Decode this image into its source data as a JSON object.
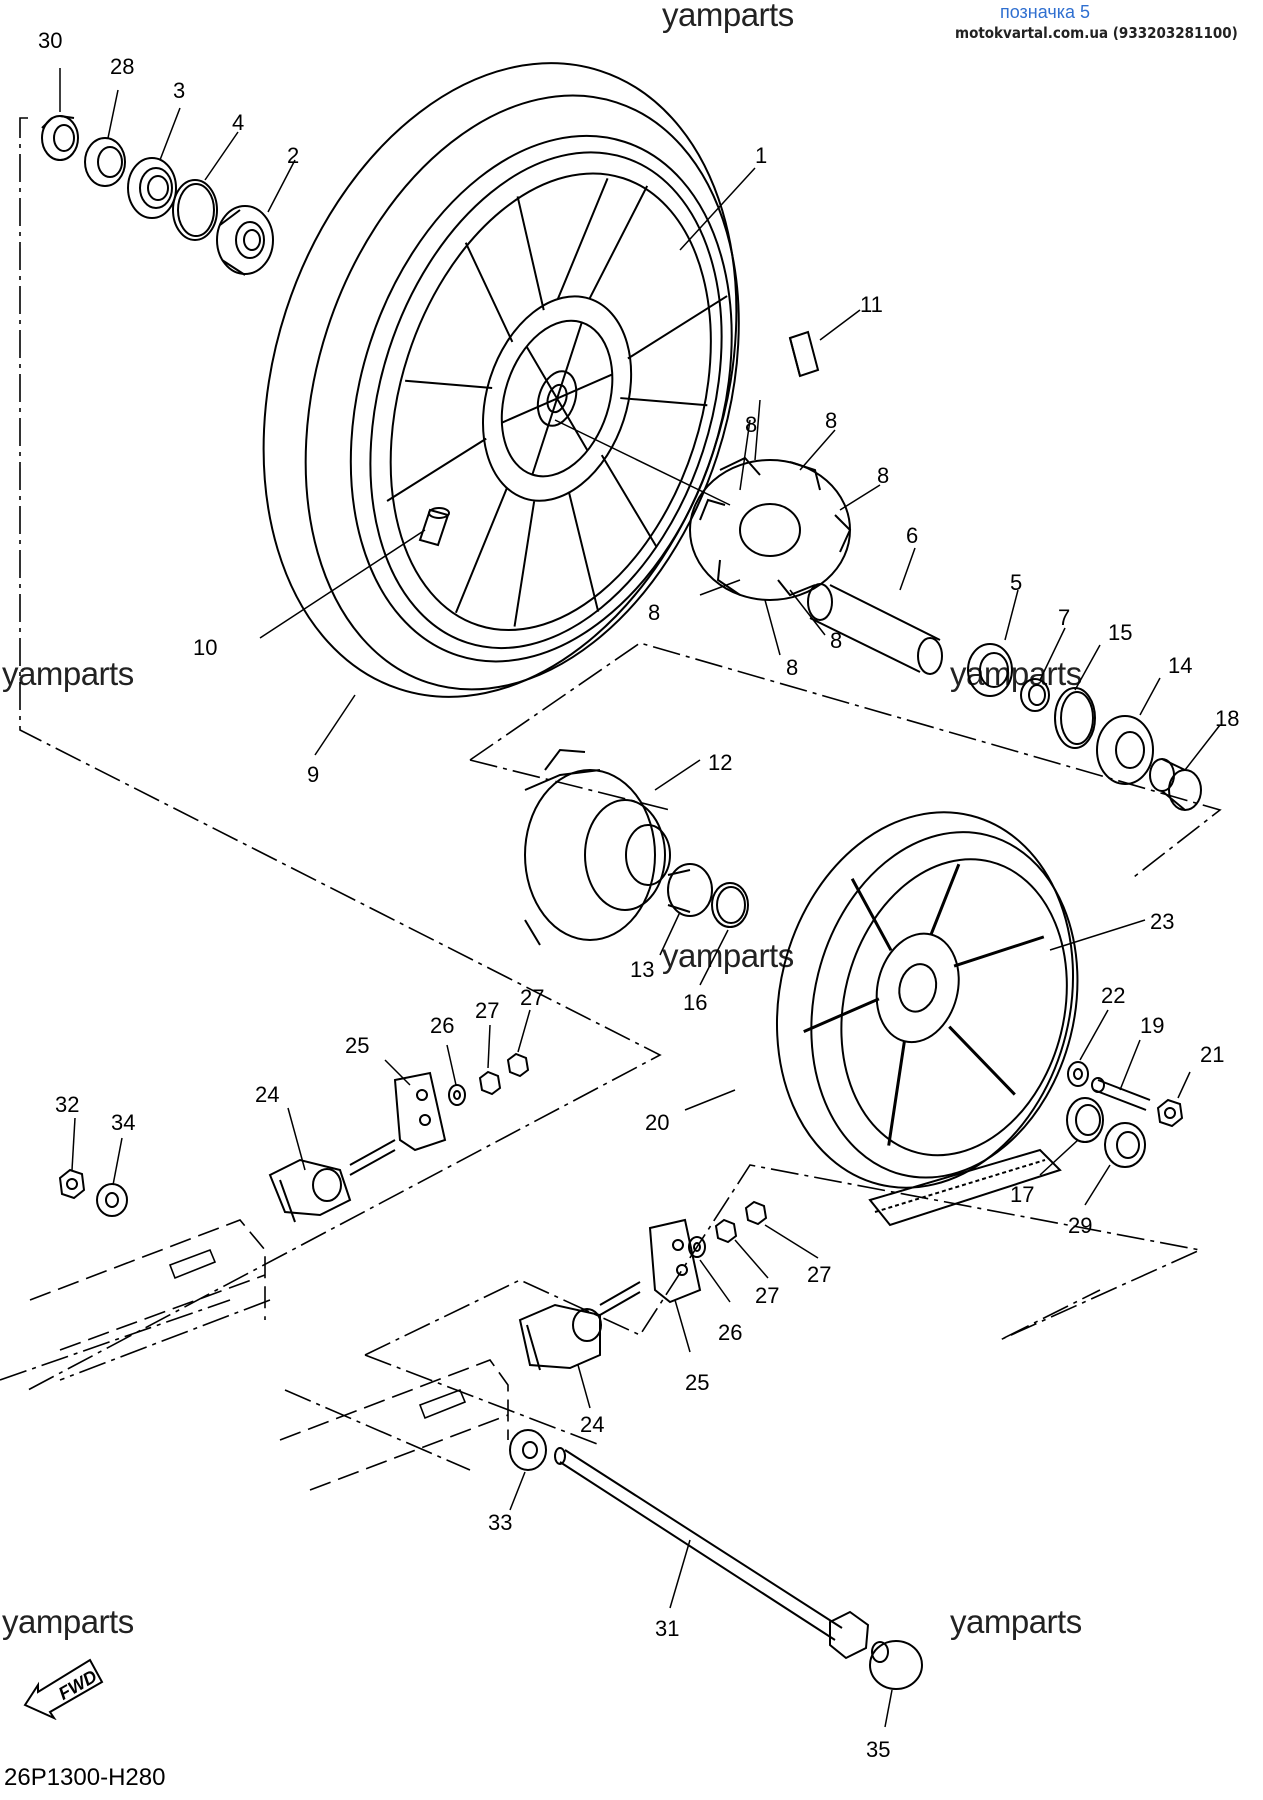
{
  "watermark": "yamparts",
  "stamp": {
    "title": "позначка 5",
    "site": "motokvartal.com.ua (933203281100)"
  },
  "diagram_code": "26P1300-H280",
  "fwd_label": "FWD",
  "part_numbers": [
    "30",
    "28",
    "3",
    "4",
    "2",
    "1",
    "11",
    "8",
    "8",
    "8",
    "8",
    "8",
    "8",
    "6",
    "5",
    "7",
    "15",
    "14",
    "18",
    "10",
    "9",
    "12",
    "13",
    "16",
    "23",
    "22",
    "19",
    "21",
    "17",
    "29",
    "20",
    "32",
    "34",
    "24",
    "25",
    "26",
    "27",
    "27",
    "27",
    "27",
    "26",
    "25",
    "24",
    "33",
    "31",
    "35"
  ]
}
